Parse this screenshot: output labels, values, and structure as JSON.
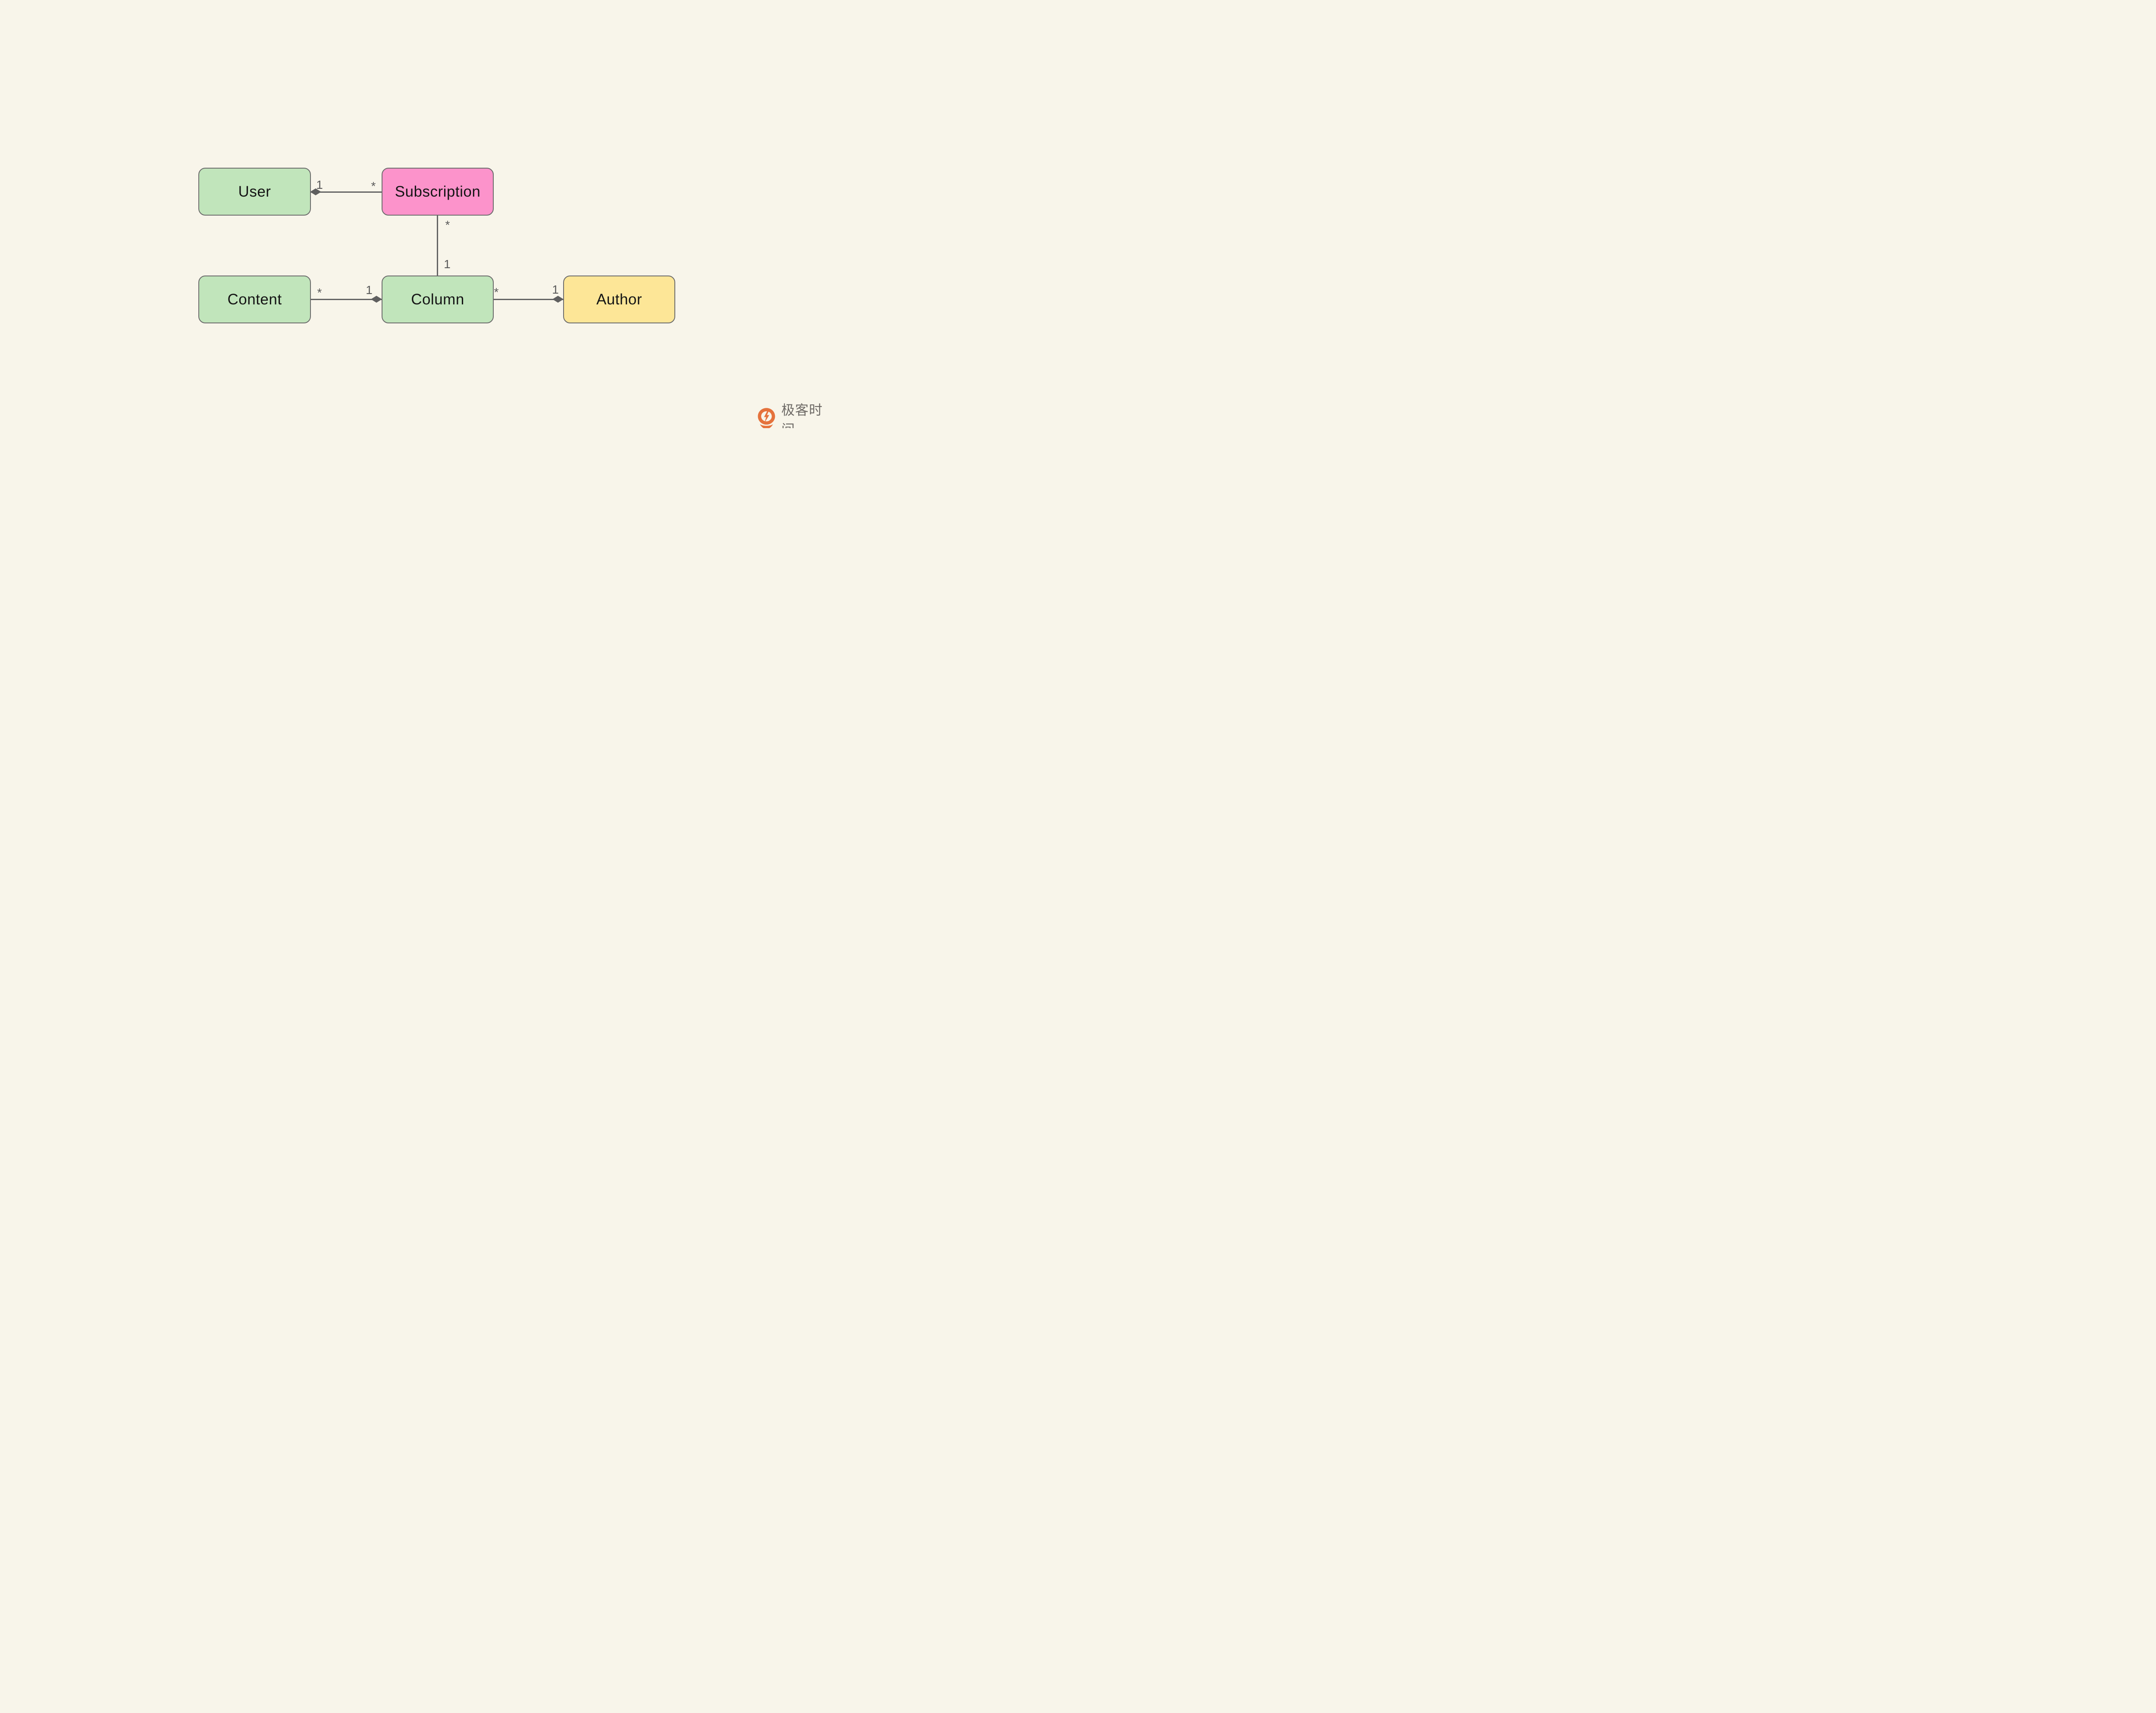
{
  "entities": {
    "user": {
      "label": "User",
      "fill": "#c1e5bb"
    },
    "subscription": {
      "label": "Subscription",
      "fill": "#fc93cb"
    },
    "content": {
      "label": "Content",
      "fill": "#c1e5bb"
    },
    "column": {
      "label": "Column",
      "fill": "#c1e5bb"
    },
    "author": {
      "label": "Author",
      "fill": "#fde697"
    }
  },
  "relationships": {
    "user_subscription": {
      "label_at_user": "1",
      "label_at_subscription": "*",
      "diamond_at": "user"
    },
    "subscription_column": {
      "label_at_subscription": "*",
      "label_at_column": "1",
      "diamond_at": "none"
    },
    "content_column": {
      "label_at_content": "*",
      "label_at_column": "1",
      "diamond_at": "column"
    },
    "column_author": {
      "label_at_column": "*",
      "label_at_author": "1",
      "diamond_at": "author"
    }
  },
  "brand": {
    "name": "极客时间"
  },
  "colors": {
    "background": "#f8f5ea",
    "stroke": "#6b6b6b",
    "line": "#636363",
    "entity_text": "#151515",
    "multiplicity_text": "#5a5a5a",
    "logo_orange": "#e5723c",
    "brand_text": "#6e6a66"
  }
}
